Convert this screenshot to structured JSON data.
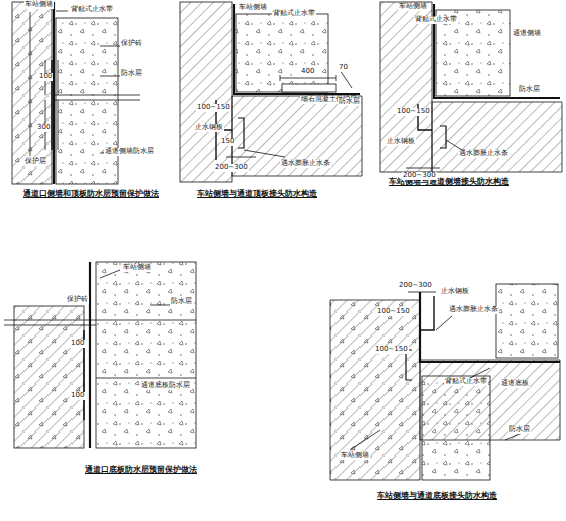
{
  "diagram": {
    "labels": [
      "通道口侧墙和顶板防水层预留保护做法",
      "车站侧墙与通道顶板接头防水构造",
      "车站侧墙与通道侧墙接头防水构造",
      "通道口底板防水层预留保护做法",
      "车站侧墙与通道底板接头防水构造",
      "车站侧墙",
      "背贴式止水带",
      "保护砖",
      "防水层",
      "100",
      "300",
      "保护层",
      "通道侧墙防水层",
      "车站侧墙",
      "背贴式止水带",
      "400",
      "70",
      "细石混凝土保护层",
      "防水层",
      "100~150",
      "止水钢板",
      "150",
      "200~300",
      "遇水膨胀止水条",
      "车站侧墙",
      "背贴式止水带",
      "通道侧墙",
      "防水层",
      "100~150",
      "止水钢板",
      "200~300",
      "遇水膨胀止水条",
      "车站侧墙",
      "保护砖",
      "防水层",
      "100",
      "100",
      "通道底板防水层",
      "200~300",
      "止水钢板",
      "100~150",
      "100~150",
      "遇水膨胀止水条",
      "背贴式止水带",
      "通道底板",
      "车站侧墙",
      "防水层"
    ]
  }
}
